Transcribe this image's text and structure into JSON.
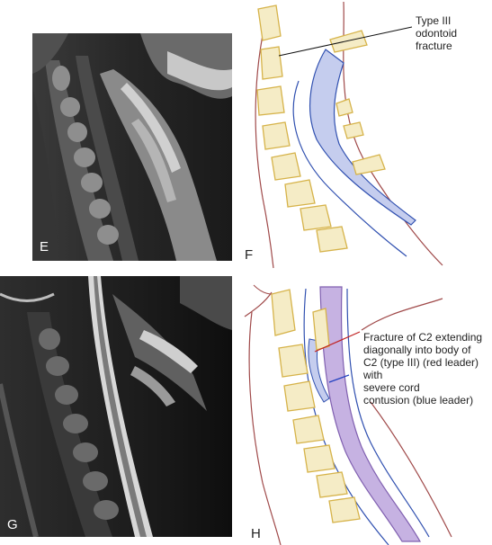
{
  "panels": {
    "E": {
      "label": "E",
      "kind": "mri-t1-sagittal"
    },
    "F": {
      "label": "F",
      "kind": "line-drawing",
      "annotation": "Type III\nodontoid\nfracture",
      "colors": {
        "bone": "#d6b34a",
        "bone_fill": "#f5ecc6",
        "canal": "#3050b0",
        "canal_fill": "#c5cdee",
        "outline": "#a04a4a",
        "leader": "#111111"
      }
    },
    "G": {
      "label": "G",
      "kind": "mri-t2-sagittal"
    },
    "H": {
      "label": "H",
      "kind": "line-drawing",
      "annotation": "Fracture of C2 extending\ndiagonally into body of\nC2 (type III) (red leader)\nwith\nsevere cord\ncontusion (blue leader)",
      "colors": {
        "bone": "#d6b34a",
        "bone_fill": "#f5ecc6",
        "canal": "#3050b0",
        "cord": "#8060b0",
        "cord_fill": "#c6b2e2",
        "outline": "#a04a4a",
        "leader_red": "#c02020",
        "leader_blue": "#2040c0"
      }
    }
  }
}
